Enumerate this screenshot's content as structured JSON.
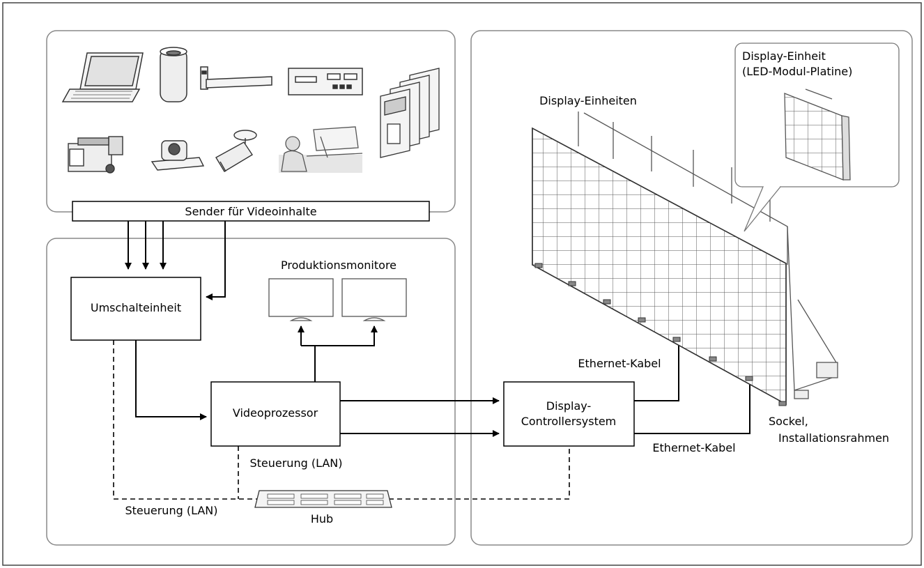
{
  "labels": {
    "sender": "Sender für Videoinhalte",
    "switcher": "Umschalteinheit",
    "monitors": "Produktionsmonitore",
    "processor": "Videoprozessor",
    "controller_line1": "Display-",
    "controller_line2": "Controllersystem",
    "control_lan_upper": "Steuerung (LAN)",
    "control_lan_lower": "Steuerung (LAN)",
    "hub": "Hub",
    "display_units": "Display-Einheiten",
    "display_unit_line1": "Display-Einheit",
    "display_unit_line2": "(LED-Modul-Platine)",
    "ethernet_upper": "Ethernet-Kabel",
    "ethernet_lower": "Ethernet-Kabel",
    "base_line1": "Sockel,",
    "base_line2": "Installationsrahmen"
  },
  "device_icons": [
    "laptop-icon",
    "server-cylinder-icon",
    "media-player-icon",
    "recorder-deck-icon",
    "broadcast-rack-icon",
    "camcorder-icon",
    "ptz-camera-icon",
    "bullet-camera-icon",
    "operator-console-icon"
  ]
}
